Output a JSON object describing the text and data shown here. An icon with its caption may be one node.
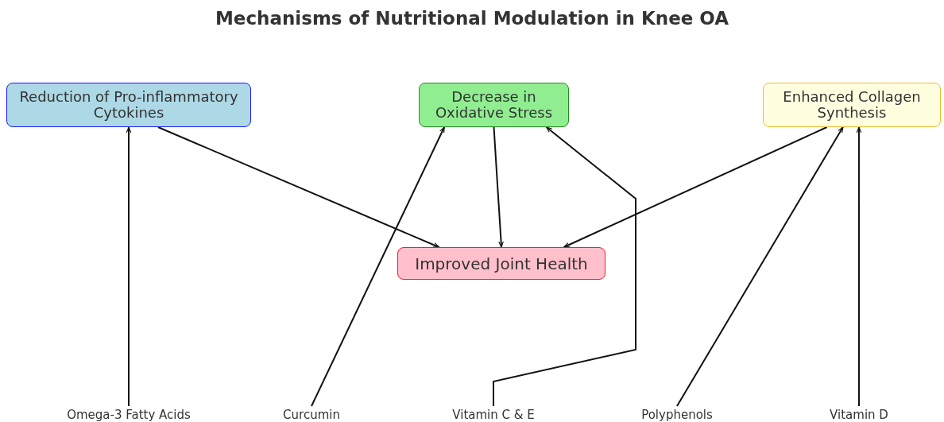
{
  "diagram": {
    "title": "Mechanisms of Nutritional Modulation in Knee OA",
    "nodes": [
      {
        "text": [
          "Reduction of Pro-inflammatory Cytokines"
        ]
      },
      {
        "text": [
          "Decrease in Oxidative Stress"
        ]
      },
      {
        "text": [
          "Enhanced Collagen Synthesis"
        ]
      },
      {
        "text": [
          "Improved Joint Health"
        ]
      },
      {
        "text": [
          "Omega-3 Fatty Acids"
        ]
      },
      {
        "text": [
          "Curcumin"
        ]
      },
      {
        "text": [
          "Vitamin C & E"
        ]
      },
      {
        "text": [
          "Polyphenols"
        ]
      },
      {
        "text": [
          "Vitamin D"
        ]
      }
    ],
    "edges": [
      {
        "from": 4,
        "to": 0,
        "arrow": "to"
      },
      {
        "from": 5,
        "to": 1,
        "arrow": "to"
      },
      {
        "from": 6,
        "to": 1,
        "arrow": "to"
      },
      {
        "from": 7,
        "to": 2,
        "arrow": "to"
      },
      {
        "from": 8,
        "to": 2,
        "arrow": "to"
      },
      {
        "from": 0,
        "to": 3,
        "arrow": "to"
      },
      {
        "from": 1,
        "to": 3,
        "arrow": "to"
      },
      {
        "from": 2,
        "to": 3,
        "arrow": "to"
      }
    ]
  }
}
